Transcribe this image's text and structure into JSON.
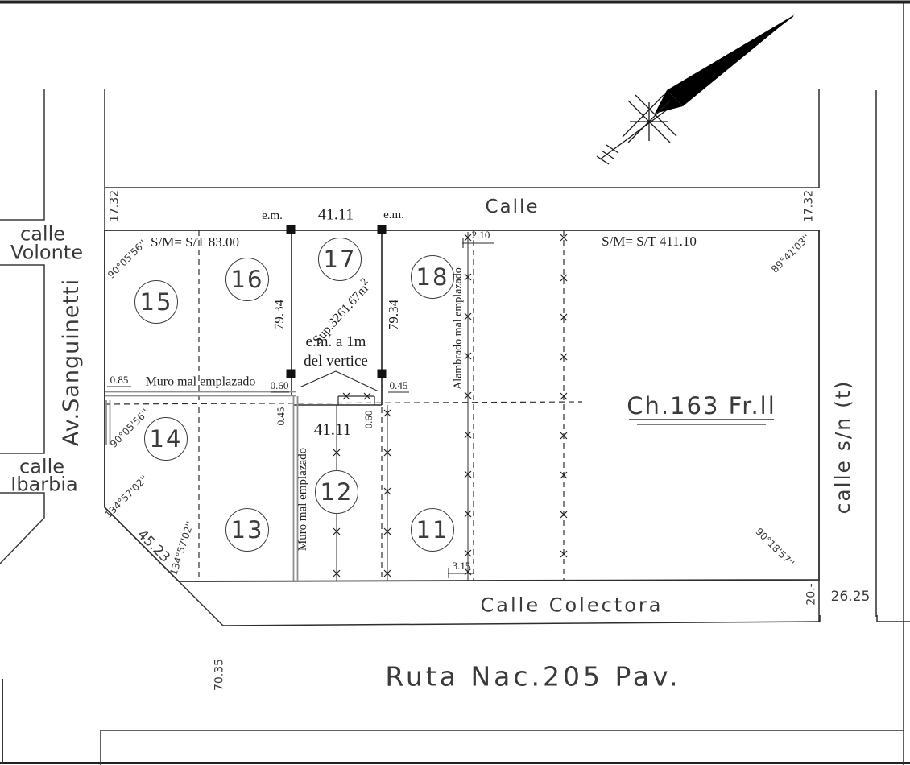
{
  "streets": {
    "top": "Calle",
    "volonte1": "calle",
    "volonte2": "Volonte",
    "sanguinetti": "Av.Sanguinetti",
    "ibarbia1": "calle",
    "ibarbia2": "Ibarbia",
    "side": "calle s/n (t)",
    "colectora": "Calle Colectora",
    "ruta": "Ruta Nac.205 Pav."
  },
  "parcel": {
    "label": "Ch.163 Fr.ll",
    "surface": "Sup.3261.67m",
    "surface_sup": "2",
    "sm_left": "S/M= S/T 83.00",
    "sm_right": "S/M= S/T 411.10"
  },
  "lots": {
    "l15": "15",
    "l16": "16",
    "l17": "17",
    "l18": "18",
    "l14": "14",
    "l13": "13",
    "l12": "12",
    "l11": "11"
  },
  "dims": {
    "d17_32_left": "17.32",
    "d17_32_right": "17.32",
    "d41_11_top": "41.11",
    "d41_11_mid": "41.11",
    "d79_34_left": "79.34",
    "d79_34_right": "79.34",
    "d45_23": "45.23",
    "d70_35": "70.35",
    "d26_25": "26.25",
    "d20": "20.-",
    "d2_10": "2.10",
    "d3_15": "3.15",
    "d0_85": "0.85",
    "d0_60_a": "0.60",
    "d0_45_a": "0.45",
    "d0_45_b": "0.45",
    "d0_60_b": "0.60"
  },
  "angles": {
    "a90_05_56_top": "90°05'56''",
    "a90_05_56_mid": "90°05'56''",
    "a89_41_03": "89°41'03''",
    "a90_18_57": "90°18'57''",
    "a134_57_02_a": "134°57'02''",
    "a134_57_02_b": "134°57'02''"
  },
  "notes": {
    "em_left": "e.m.",
    "em_right": "e.m.",
    "em_vertex_line1": "e.m. a 1m",
    "em_vertex_line2": "del vertice",
    "muro_h": "Muro mal emplazado",
    "muro_v": "Muro mal emplazado",
    "alambrado_v": "Alambrado mal emplazado"
  }
}
